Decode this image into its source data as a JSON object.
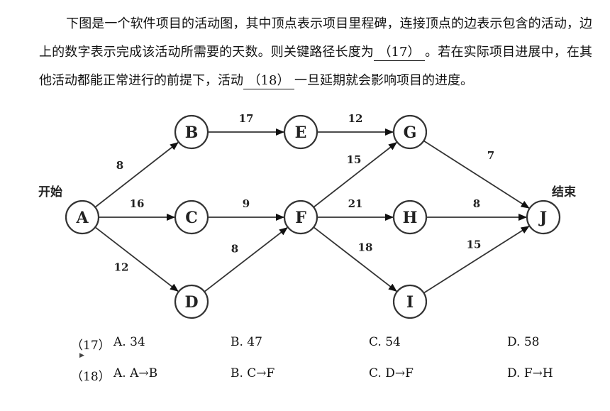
{
  "question": {
    "line1_text": "下图是一个软件项目的活动图，其中顶点表示项目里程碑，连接顶点的边表示包含的活",
    "line2_text": "动，边上的数字表示完成该活动所需要的天数。则关键路径长度为",
    "blank17": "（17）",
    "line2_tail": "。若在实际项目",
    "line3_text": "进展中，在其他活动都能正常进行的前提下，活动",
    "blank18": "（18）",
    "line3_tail": "一旦延期就会影响项目的进度。"
  },
  "diagram": {
    "start_label": "开始",
    "end_label": "结束",
    "nodes": [
      {
        "id": "A",
        "label": "A"
      },
      {
        "id": "B",
        "label": "B"
      },
      {
        "id": "C",
        "label": "C"
      },
      {
        "id": "D",
        "label": "D"
      },
      {
        "id": "E",
        "label": "E"
      },
      {
        "id": "F",
        "label": "F"
      },
      {
        "id": "G",
        "label": "G"
      },
      {
        "id": "H",
        "label": "H"
      },
      {
        "id": "I",
        "label": "I"
      },
      {
        "id": "J",
        "label": "J"
      }
    ],
    "edges": [
      {
        "from": "A",
        "to": "B",
        "weight": "8"
      },
      {
        "from": "A",
        "to": "C",
        "weight": "16"
      },
      {
        "from": "A",
        "to": "D",
        "weight": "12"
      },
      {
        "from": "B",
        "to": "E",
        "weight": "17"
      },
      {
        "from": "C",
        "to": "F",
        "weight": "9"
      },
      {
        "from": "D",
        "to": "F",
        "weight": "8"
      },
      {
        "from": "E",
        "to": "G",
        "weight": "12"
      },
      {
        "from": "F",
        "to": "G",
        "weight": "15"
      },
      {
        "from": "F",
        "to": "H",
        "weight": "21"
      },
      {
        "from": "F",
        "to": "I",
        "weight": "18"
      },
      {
        "from": "G",
        "to": "J",
        "weight": "7"
      },
      {
        "from": "H",
        "to": "J",
        "weight": "8"
      },
      {
        "from": "I",
        "to": "J",
        "weight": "15"
      }
    ]
  },
  "options": {
    "q17": {
      "num": "（17）",
      "a": "A. 34",
      "b": "B. 47",
      "c": "C. 54",
      "d": "D. 58"
    },
    "q18": {
      "num": "（18）",
      "a": "A. A→B",
      "b": "B. C→F",
      "c": "C. D→F",
      "d": "D. F→H"
    }
  }
}
